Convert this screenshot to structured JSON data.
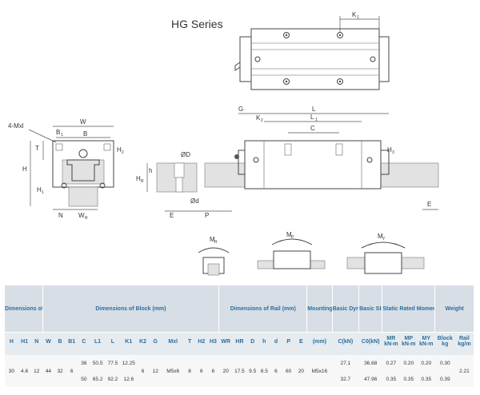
{
  "title": "HG Series",
  "labels": {
    "K1": "K",
    "K1_sub": "1",
    "four_mxl": "4-Mxl",
    "W": "W",
    "B1": "B",
    "B1_sub": "1",
    "B": "B",
    "H2": "H",
    "H2_sub": "2",
    "N": "N",
    "T": "T",
    "H": "H",
    "H1": "H",
    "H1_sub": "1",
    "WR": "W",
    "WR_sub": "R",
    "HR": "H",
    "HR_sub": "R",
    "D": "ØD",
    "h": "h",
    "d": "Ød",
    "E": "E",
    "P": "P",
    "G": "G",
    "L": "L",
    "K2": "K",
    "K2_sub": "2",
    "L1": "L",
    "L1_sub": "1",
    "C": "C",
    "H3": "H",
    "H3_sub": "3",
    "E2": "E",
    "MR": "M",
    "MR_sub": "R",
    "MP": "M",
    "MP_sub": "P",
    "MY": "M",
    "MY_sub": "Y"
  },
  "table": {
    "groups": {
      "assembly": "Dimensions of Assembly (mm)",
      "block": "Dimensions of Block (mm)",
      "rail": "Dimensions of Rail (mm)",
      "bolt": "Mounting Bolt for Rail",
      "dynamic": "Basic Dynamic Load Rating",
      "static": "Basic Static Load Rating",
      "moment": "Static Rated Moment",
      "weight": "Weight"
    },
    "cols": [
      "H",
      "H1",
      "N",
      "W",
      "B",
      "B1",
      "C",
      "L1",
      "L",
      "K1",
      "K2",
      "G",
      "Mxl",
      "T",
      "H2",
      "H3",
      "WR",
      "HR",
      "D",
      "h",
      "d",
      "P",
      "E",
      "(mm)",
      "C(kN)",
      "C0(kN)",
      "kN-m",
      "kN-m",
      "kN-m",
      "kg",
      "kg/m"
    ],
    "moment_cols": [
      "MR",
      "MP",
      "MY"
    ],
    "weight_cols": [
      "Block",
      "Rail"
    ],
    "shared": {
      "H": "30",
      "H1": "4.6",
      "N": "12",
      "W": "44",
      "B": "32",
      "B1": "6",
      "K2": "6",
      "G": "12",
      "Mxl": "M5x6",
      "T": "8",
      "H2": "6",
      "H3": "6",
      "WR": "20",
      "HR": "17.5",
      "D": "9.5",
      "h": "8.5",
      "d": "6",
      "P": "60",
      "E": "20",
      "bolt": "M5x16",
      "rail_kgm": "2.21"
    },
    "rows": [
      {
        "C": "36",
        "L1": "50.5",
        "L": "77.5",
        "K1": "12.25",
        "dyn": "27.1",
        "stat": "36.68",
        "MR": "0.27",
        "MP": "0.20",
        "MY": "0.20",
        "block": "0.30"
      },
      {
        "C": "50",
        "L1": "65.2",
        "L": "92.2",
        "K1": "12.6",
        "dyn": "32.7",
        "stat": "47.96",
        "MR": "0.35",
        "MP": "0.35",
        "MY": "0.35",
        "block": "0.39"
      }
    ]
  }
}
